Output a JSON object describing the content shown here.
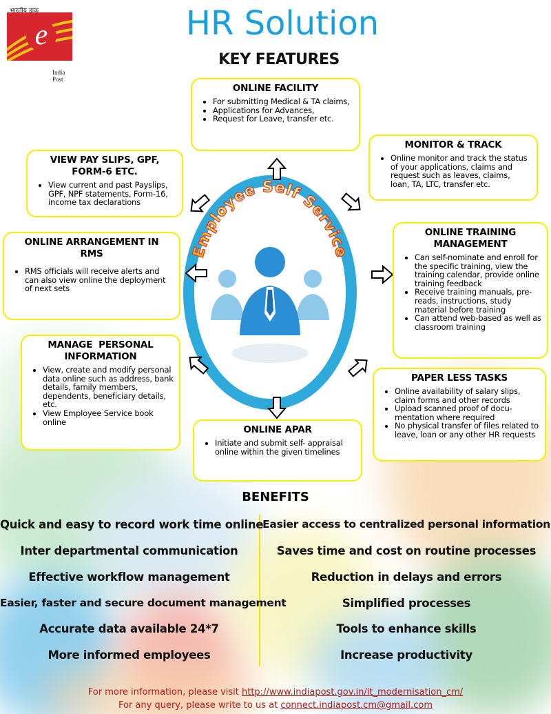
{
  "logo": {
    "hindi_text": "भारतीय डाक",
    "letter": "e",
    "name": "India Post"
  },
  "header": {
    "title": "HR Solution",
    "subtitle": "KEY FEATURES"
  },
  "center": {
    "arc_text": "Employee Self Service"
  },
  "features": {
    "online_facility": {
      "title": "ONLINE FACILITY",
      "items": [
        "For submitting Medical & TA claims,",
        "Applications for Advances,",
        "Request for Leave, transfer etc."
      ]
    },
    "monitor_track": {
      "title": "MONITOR & TRACK",
      "items": [
        "Online monitor and track the status of your applications, claims and request such as leaves, claims, loan, TA, LTC, transfer etc."
      ]
    },
    "view_pay_slips": {
      "title_line1": "VIEW PAY SLIPS, GPF,",
      "title_line2": "FORM-6 ETC.",
      "items": [
        "View current and past Payslips, GPF, NPF statements, Form-16, income tax declarations"
      ]
    },
    "online_arrangement": {
      "title_line1": "ONLINE ARRANGEMENT IN",
      "title_line2": "RMS",
      "items": [
        "RMS officials will receive alerts and can also view online the deployment of next sets"
      ]
    },
    "online_training": {
      "title_line1": "ONLINE TRAINING",
      "title_line2": "MANAGEMENT",
      "items": [
        "Can self-nominate and enroll for the specific training, view the training calendar, provide online training feedback",
        "Receive training manuals, pre-reads, instructions, study material before training",
        "Can attend web-based as well as classroom training"
      ]
    },
    "manage_personal": {
      "title_line1": "MANAGE  PERSONAL",
      "title_line2": "INFORMATION",
      "items": [
        "View, create and modify personal data online such as address, bank details, family members, dependents, beneficiary details, etc.",
        "View Employee Service book online"
      ]
    },
    "paper_less": {
      "title": "PAPER LESS TASKS",
      "items": [
        "Online availability of salary slips, claim forms and other records",
        "Upload scanned proof of docu-mentation where required",
        "No physical transfer of files related to leave, loan or any other HR requests"
      ]
    },
    "online_apar": {
      "title": "ONLINE APAR",
      "items": [
        "Initiate and submit self- appraisal online within the given timelines"
      ]
    }
  },
  "benefits": {
    "title": "BENEFITS",
    "left": [
      "Quick and easy to record work time online",
      "Inter departmental communication",
      "Effective workflow management",
      "Easier, faster and secure document management",
      "Accurate data available 24*7",
      "More informed employees"
    ],
    "right": [
      "Easier access to centralized personal information",
      "Saves time and cost on routine processes",
      "Reduction in delays and errors",
      "Simplified processes",
      "Tools to enhance skills",
      "Increase productivity"
    ]
  },
  "footer": {
    "line1_prefix": "For more information, please visit ",
    "line1_link": "http://www.indiapost.gov.in/it_modernisation_cm/",
    "line2_prefix": "For any query, please write to us at ",
    "line2_link": "connect.indiapost.cm@gmail.com"
  },
  "colors": {
    "title_blue": "#1aa0de",
    "box_border": "#f5f000",
    "ring_blue": "#2ea9dc",
    "logo_red": "#d7262e",
    "footer_red": "#b31b1b"
  }
}
